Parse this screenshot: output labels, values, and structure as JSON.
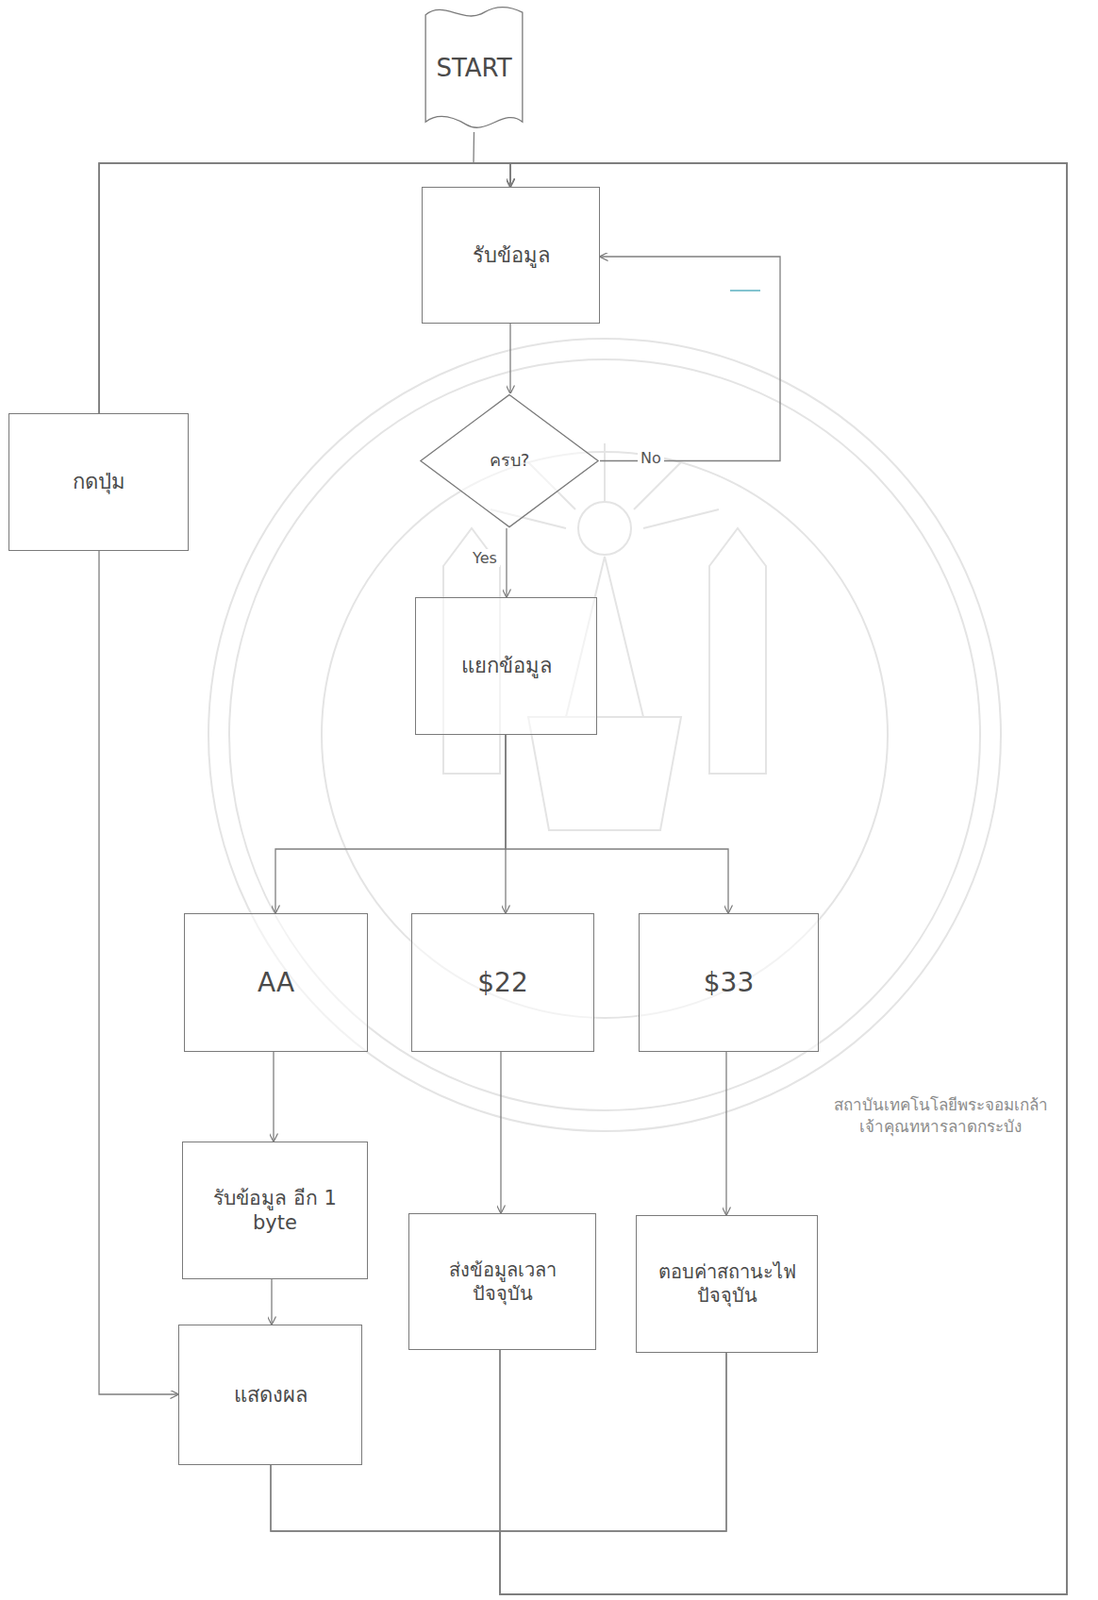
{
  "diagram": {
    "nodes": [
      {
        "text": [
          "START"
        ]
      },
      {
        "text": [
          "รับข้อมูล"
        ]
      },
      {
        "text": [
          "ครบ?"
        ]
      },
      {
        "text": [
          "กดปุ่ม"
        ]
      },
      {
        "text": [
          "แยกข้อมูล"
        ]
      },
      {
        "text": [
          "AA"
        ]
      },
      {
        "text": [
          "$22"
        ]
      },
      {
        "text": [
          "$33"
        ]
      },
      {
        "text": [
          "รับข้อมูล อีก 1 byte"
        ]
      },
      {
        "text": [
          "ส่งข้อมูลเวลา ปัจจุบัน"
        ]
      },
      {
        "text": [
          "ตอบค่าสถานะไฟ ปัจจุบัน"
        ]
      },
      {
        "text": [
          "แสดงผล"
        ]
      }
    ],
    "edges": [
      {
        "from": 0,
        "to": 1,
        "arrow": "to"
      },
      {
        "from": 1,
        "to": 2,
        "arrow": "to"
      },
      {
        "from": 2,
        "to": 1,
        "label": "No",
        "arrow": "to"
      },
      {
        "from": 2,
        "to": 4,
        "label": "Yes",
        "arrow": "to"
      },
      {
        "from": 4,
        "to": 5,
        "arrow": "to"
      },
      {
        "from": 4,
        "to": 6,
        "arrow": "to"
      },
      {
        "from": 4,
        "to": 7,
        "arrow": "to"
      },
      {
        "from": 5,
        "to": 8,
        "arrow": "to"
      },
      {
        "from": 8,
        "to": 11,
        "arrow": "to"
      },
      {
        "from": 3,
        "to": 11,
        "arrow": "to"
      },
      {
        "from": 6,
        "to": 9,
        "arrow": "to"
      },
      {
        "from": 7,
        "to": 10,
        "arrow": "to"
      },
      {
        "from": 11,
        "to": 1,
        "arrow": "to"
      },
      {
        "from": 9,
        "to": 1,
        "arrow": "to"
      },
      {
        "from": 10,
        "to": 1,
        "arrow": "to"
      },
      {
        "from": 11,
        "to": 3,
        "arrow": "none"
      },
      {
        "from": 9,
        "to": 3,
        "arrow": "none"
      },
      {
        "from": 10,
        "to": 3,
        "arrow": "none"
      }
    ],
    "labels": [
      "สถาบันเทคโนโลยีพระจอมเกล้าเจ้าคุณทหารลาดกระบัง"
    ]
  }
}
